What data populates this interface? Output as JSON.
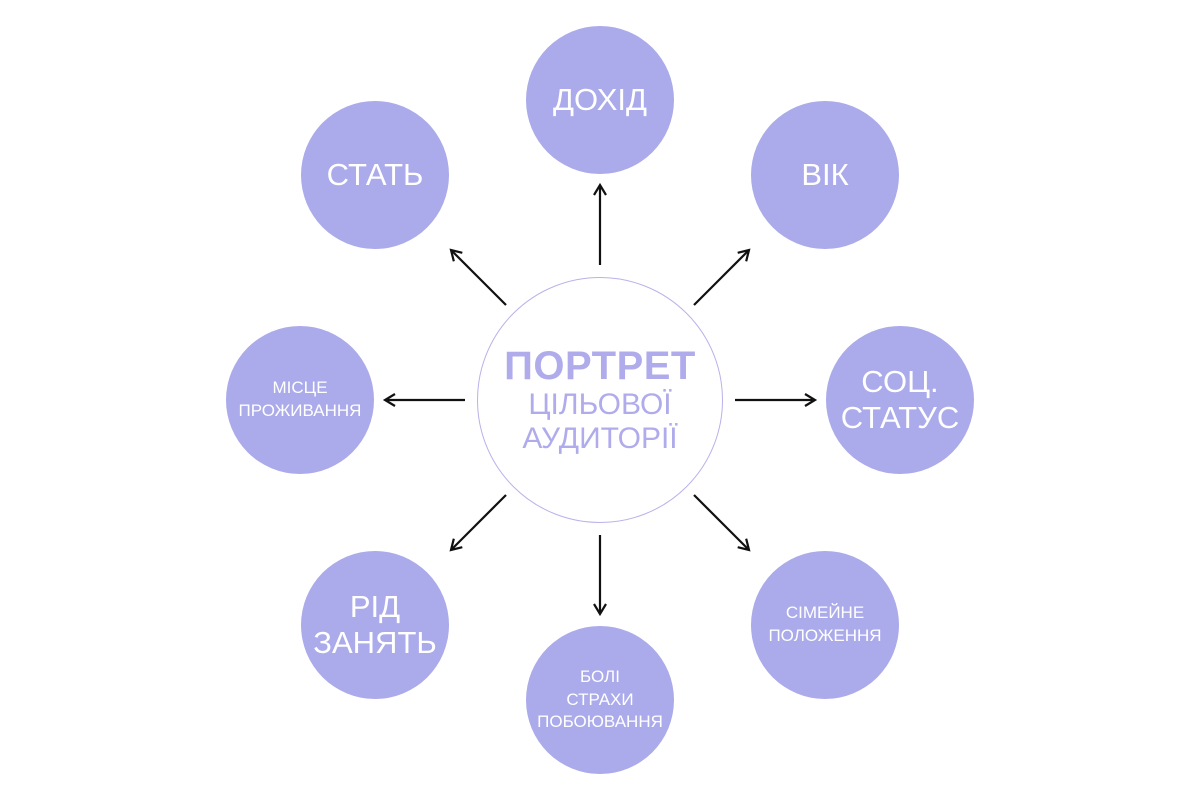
{
  "colors": {
    "node_fill": "#abaaea",
    "node_text": "#ffffff",
    "center_text": "#b0acec",
    "center_border": "#b8b2ea",
    "arrow": "#111111"
  },
  "center": {
    "title": "ПОРТРЕТ",
    "subtitle_1": "ЦІЛЬОВОЇ",
    "subtitle_2": "АУДИТОРІЇ"
  },
  "nodes": {
    "income": [
      "ДОХІД"
    ],
    "age": [
      "ВІК"
    ],
    "social_status": [
      "СОЦ.",
      "СТАТУС"
    ],
    "family_status": [
      "СІМЕЙНЕ",
      "ПОЛОЖЕННЯ"
    ],
    "pains_fears": [
      "БОЛІ",
      "СТРАХИ",
      "ПОБОЮВАННЯ"
    ],
    "occupation": [
      "РІД",
      "ЗАНЯТЬ"
    ],
    "residence": [
      "МІСЦЕ",
      "ПРОЖИВАННЯ"
    ],
    "gender": [
      "СТАТЬ"
    ]
  }
}
